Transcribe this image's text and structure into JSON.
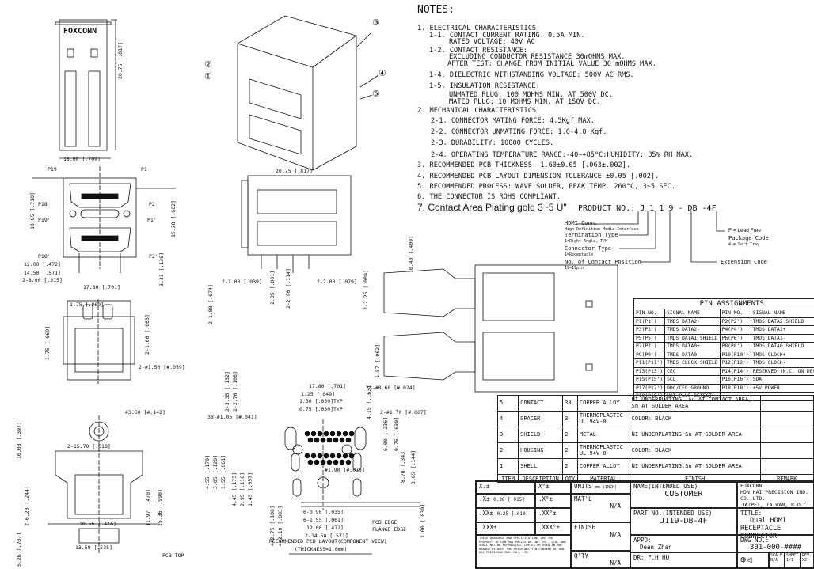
{
  "notes": {
    "heading": "NOTES:",
    "lines": [
      "1. ELECTRICAL CHARACTERISTICS:",
      "1-1. CONTACT CURRENT RATING: 0.5A MIN.",
      "RATED VOLTAGE: 40V AC",
      "1-2. CONTACT RESISTANCE:",
      "EXCLUDING CONDUCTOR RESISTANCE 30mOHMS MAX.",
      "AFTER TEST: CHANGE FROM INITIAL VALUE 30 mOHMS MAX.",
      "1-4. DIELECTRIC WITHSTANDING VOLTAGE: 500V AC RMS.",
      "1-5. INSULATION RESISTANCE:",
      "UNMATED PLUG: 100 MOHMS MIN. AT 500V DC.",
      "MATED PLUG: 10 MOHMS MIN. AT 150V DC.",
      "2. MECHANICAL CHARACTERISTICS:",
      "2-1. CONNECTOR MATING FORCE:  4.5Kgf MAX.",
      "2-2. CONNECTOR UNMATING FORCE: 1.0-4.0 Kgf.",
      "2-3. DURABILITY: 10000 CYCLES.",
      "2-4. OPERATING TEMPERATURE RANGE:-40~+85°C;HUMIDITY: 85% RH MAX.",
      "3. RECOMMENDED PCB THICKNESS: 1.60±0.05 [.063±.002].",
      "4. RECOMMENDED PCB LAYOUT DIMENSION TOLERANCE ±0.05 [.002].",
      "5. RECOMMENDED PROCESS: WAVE SOLDER, PEAK TEMP. 260°C, 3~5 SEC.",
      "6. THE CONNECTOR IS ROHS COMPLIANT.",
      "7. Contact Area Plating gold 3~5 U\""
    ]
  },
  "product_code": {
    "label": "PRODUCT NO.: J 1 1 9 - DB -4F",
    "items": [
      {
        "title": "HDMI Conn.",
        "sub": "High Definition Media Interface"
      },
      {
        "title": "Termination Type",
        "sub": "1=Right Angle, T/H"
      },
      {
        "title": "Connector Type",
        "sub": "1=Receptacle"
      },
      {
        "title": "No. of Contact Position",
        "sub": "19=19pin"
      }
    ],
    "right": {
      "lead_free": "F = Lead Free",
      "package": "Package Code",
      "package_sub": "4 = Soft Tray",
      "extension": "Extension Code"
    }
  },
  "pin_assignments": {
    "title": "PIN ASSIGNMENTS",
    "headers": [
      "PIN NO.",
      "SIGNAL NAME",
      "PIN NO.",
      "SIGNAL NAME"
    ],
    "rows": [
      [
        "P1(P1')",
        "TMDS DATA2+",
        "P2(P2')",
        "TMDS DATA2 SHIELD"
      ],
      [
        "P3(P3')",
        "TMDS DATA2-",
        "P4(P4')",
        "TMDS DATA1+"
      ],
      [
        "P5(P5')",
        "TMDS DATA1 SHIELD",
        "P6(P6')",
        "TMDS DATA1-"
      ],
      [
        "P7(P7')",
        "TMDS DATA0+",
        "P8(P8')",
        "TMDS DATA0 SHIELD"
      ],
      [
        "P9(P9')",
        "TMDS DATA0-",
        "P10(P10')",
        "TMDS CLOCK+"
      ],
      [
        "P11(P11')",
        "TMDS CLOCK SHIELD",
        "P12(P12')",
        "TMDS CLOCK-"
      ],
      [
        "P13(P13')",
        "CEC",
        "P14(P14')",
        "RESERVED (N.C. ON DEVICE)"
      ],
      [
        "P15(P15')",
        "SCL",
        "P16(P16')",
        "SDA"
      ],
      [
        "P17(P17')",
        "DDC/CEC GROUND",
        "P18(P18')",
        "+5V POWER"
      ],
      [
        "P19(P19')",
        "HOT PLUG DETECT",
        "",
        ""
      ]
    ]
  },
  "bom": {
    "headers": [
      "ITEM",
      "DESCRIPTION",
      "QTY",
      "MATERIAL",
      "FINISH",
      "REMARK"
    ],
    "rows": [
      [
        "5",
        "CONTACT",
        "38",
        "COPPER ALLOY",
        "NI UNDERPLATING, Au AT CONTACT AREA, Sn AT SOLDER AREA",
        ""
      ],
      [
        "4",
        "SPACER",
        "3",
        "THERMOPLASTIC UL 94V-0",
        "COLOR: BLACK",
        ""
      ],
      [
        "3",
        "SHIELD",
        "2",
        "METAL",
        "NI UNDERPLATING Sn AT SOLDER AREA",
        ""
      ],
      [
        "2",
        "HOUSING",
        "2",
        "THERMOPLASTIC UL 94V-0",
        "COLOR: BLACK",
        ""
      ],
      [
        "1",
        "SHELL",
        "2",
        "COPPER ALLOY",
        "NI UNDERPLATING,Sn AT SOLDER AREA",
        ""
      ]
    ]
  },
  "title_block": {
    "tol": [
      "X.±",
      "X°±",
      ".X±",
      "0.38 [.015]",
      ".X°±",
      ".XX±",
      "0.25 [.010]",
      ".XX°±",
      ".XXX±",
      ".XXX°±"
    ],
    "disclaimer": "THESE DRAWINGS AND SPECIFICATIONS ARE THE PROPERTY OF HON HAI PRECISION IND. CO., LTD. AND SHALL NOT BE REPRODUCED, COPIED OR USED IN ANY MANNER WITHOUT THE PRIOR WRITTEN CONSENT OF HON HAI PRECISION IND. CO., LTD.",
    "units_label": "UNITS",
    "units_value": "mm (INCH)",
    "matl_label": "MAT'L",
    "matl_value": "N/A",
    "finish_label": "FINISH",
    "finish_value": "N/A",
    "qty_label": "Q'TY",
    "qty_value": "N/A",
    "name_label": "NAME(INTENDED USE)",
    "name_value": "CUSTOMER",
    "part_label": "PART NO.(INTENDED USE)",
    "part_value": "J119-DB-4F",
    "appd_label": "APPD:",
    "appd_value": "Dean Zhan",
    "dr_label": "DR:",
    "dr_value": "F.H  HU",
    "company_logo": "FOXCONN",
    "company": "HON HAI PRECISION IND. CO.,LTD.",
    "company_loc": "TAIPEI, TAIWAN, R.O.C.",
    "title_label": "TITLE:",
    "title_1": "Dual HDMI",
    "title_2": "RECEPTACLE CONNECTOR",
    "dwg_label": "DWG NO.:",
    "dwg_value": "301-000-####",
    "scale_label": "SCALE",
    "scale_value": "N/A",
    "sheet_label": "SHEET",
    "sheet_value": "1/1",
    "rev_label": "REV.",
    "rev_value": "X2"
  },
  "drawing": {
    "top_logo": "FOXCONN",
    "callouts": [
      "①",
      "②",
      "③",
      "④",
      "⑤"
    ],
    "pins": [
      "P19",
      "P1",
      "P18",
      "P2",
      "P19'",
      "P1'",
      "P18'",
      "P2'"
    ],
    "dims": {
      "top_w": "18.00 [.709]",
      "top_h": "20.75 [.817]",
      "front_h": "18.05 [.710]",
      "front_r": "15.28 [.602]",
      "w12": "12.00 [.472]",
      "w14": "14.50 [.571]",
      "w8": "2-8.00 [.315]",
      "w17": "17.80 [.701]",
      "r331": "3.31 [.130]",
      "side_w": "20.75 [.817]",
      "s1": "2-1.88 [.074]",
      "s2": "2-1.00 [.039]",
      "s3": "2.05 [.081]",
      "s4": "2-2.90 [.114]",
      "s5": "2-2.00 [.079]",
      "s6": "2-2.25 [.089]",
      "s7": "10.40 [.409]",
      "s8": "1.57 [.062]",
      "bot_175": "1.75 [.069]",
      "bot_160": "2-1.60 [.063]",
      "bot_150": "2-#1.50 [#.059]",
      "bot_l": "1.75 [.069]",
      "rear_d": "#3.60 [#.142]",
      "rear_1": "2-15.70 [.618]",
      "rear_2": "10.08 [.397]",
      "rear_3": "2-6.20 [.244]",
      "rear_4": "11.97 [.470]",
      "rear_5": "25.36 [.998]",
      "rear_6": "10.56 [.416]",
      "rear_7": "13.59 [.535]",
      "rear_8": "5.26 [.207]",
      "pcb_top": "PCB TOP",
      "l_1": "17.80 [.701]",
      "l_2": "1.25 [.049]",
      "l_3": "1.50 [.059]TYP",
      "l_4": "0.75 [.030]TYP",
      "l_5": "38-#0.60 [#.024]",
      "l_6": "38-#1.05 [#.041]",
      "l_7": "2-#1.70 [#.067]",
      "l_8": "#1.90 [#.075]",
      "l_9": "6-0.90 [.035]",
      "l_10": "6-1.55 [.061]",
      "l_11": "12.00 [.472]",
      "l_12": "2-14.50 [.571]",
      "l_13": "PCB EDGE",
      "l_14": "FLANGE EDGE",
      "l_15": "2-3.35 [.132]",
      "l_16": "2-2.70 [.106]",
      "l_17": "4.15 [.163]",
      "l_18": "6.00 [.236]",
      "l_19": "0.75 [.030]",
      "l_20": "8.70 [.343]",
      "l_21": "3.65 [.144]",
      "l_22": "1.00 [.039]",
      "l_23": "4.55 [.179]",
      "l_24": "3.05 [.120]",
      "l_25": "1.55 [.061]",
      "l_26": "4.45 [.175]",
      "l_27": "2.95 [.116]",
      "l_28": "1.45 [.057]",
      "l_29": "4-2.75 [.108]",
      "l_30": "4-2.10 [.083]"
    },
    "layout_title": "RECOMMENDED PCB LAYOUT(COMPONENT VIEW)",
    "layout_sub": "(THICKNESS=1.6mm)"
  }
}
